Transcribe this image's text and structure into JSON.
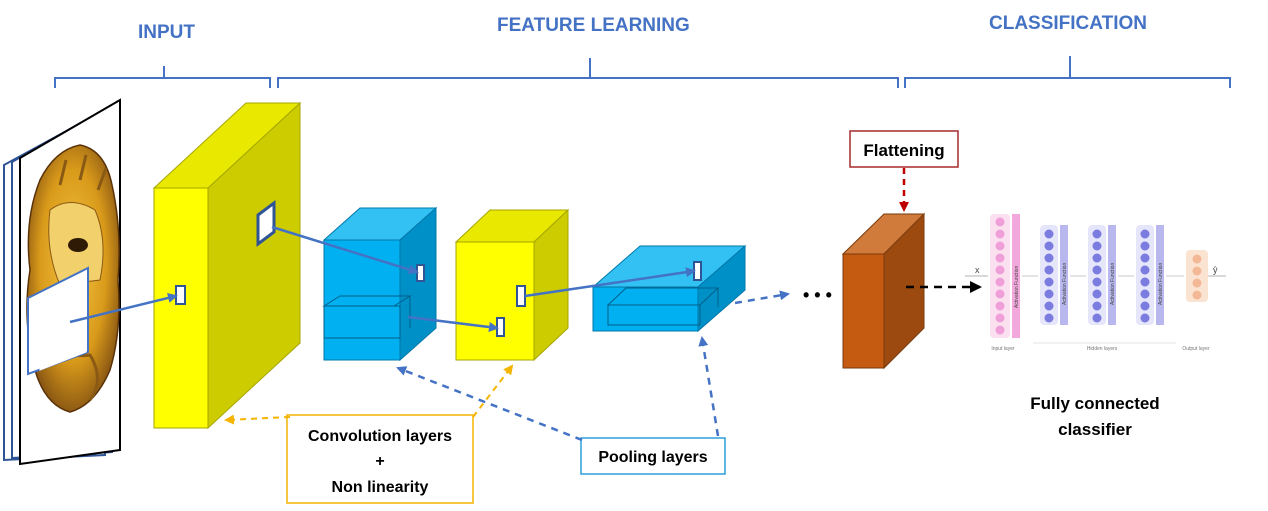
{
  "sections": {
    "input": "INPUT",
    "feature_learning": "FEATURE LEARNING",
    "classification": "CLASSIFICATION"
  },
  "labels": {
    "flattening": "Flattening",
    "conv_line1": "Convolution layers",
    "conv_line2": "+",
    "conv_line3": "Non linearity",
    "pooling": "Pooling layers",
    "fc_line1": "Fully connected",
    "fc_line2": "classifier",
    "ellipsis": "• • •"
  },
  "mlp": {
    "input_symbol": "x",
    "output_symbol": "ŷ",
    "activation_label": "Activation Function",
    "input_layer_label": "Input layer",
    "hidden_layers_label": "Hidden layers",
    "output_layer_label": "Output layer"
  },
  "colors": {
    "title_blue": "#4472c4",
    "conv_yellow_front": "#ffff00",
    "conv_yellow_side": "#cccc00",
    "pool_blue_front": "#00b0f0",
    "pool_blue_side": "#0090c8",
    "flatten_front": "#c55a11",
    "flatten_side": "#9c4a10",
    "arrow_orange": "#f4b400",
    "arrow_red": "#c00000",
    "conv_box_border": "#f4b400",
    "pool_box_border": "#2e9fd9",
    "flatten_box_border": "#a52a2a"
  }
}
